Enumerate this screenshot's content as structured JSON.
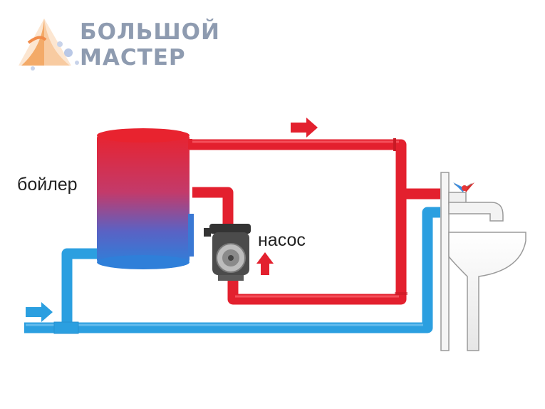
{
  "logo": {
    "line1": "БОЛЬШОЙ",
    "line2": "МАСТЕР",
    "icon": "triangle-logo-icon"
  },
  "labels": {
    "boiler": "бойлер",
    "pump": "насос"
  },
  "colors": {
    "hot_pipe": "#e3202e",
    "cold_pipe": "#2b9fe0",
    "logo_text": "#8e9bb0",
    "logo_accent": "#f2a35c",
    "boiler_top": "#e8232f",
    "boiler_bottom": "#2f7fd9",
    "label_text": "#222222",
    "pump_body": "#4b4b4b"
  },
  "icons": {
    "flow_arrow_hot": "arrow-right-icon",
    "flow_arrow_cold": "arrow-right-icon",
    "flow_arrow_pump": "arrow-up-icon",
    "faucet": "faucet-icon",
    "sink": "sink-icon",
    "pump": "pump-icon"
  }
}
